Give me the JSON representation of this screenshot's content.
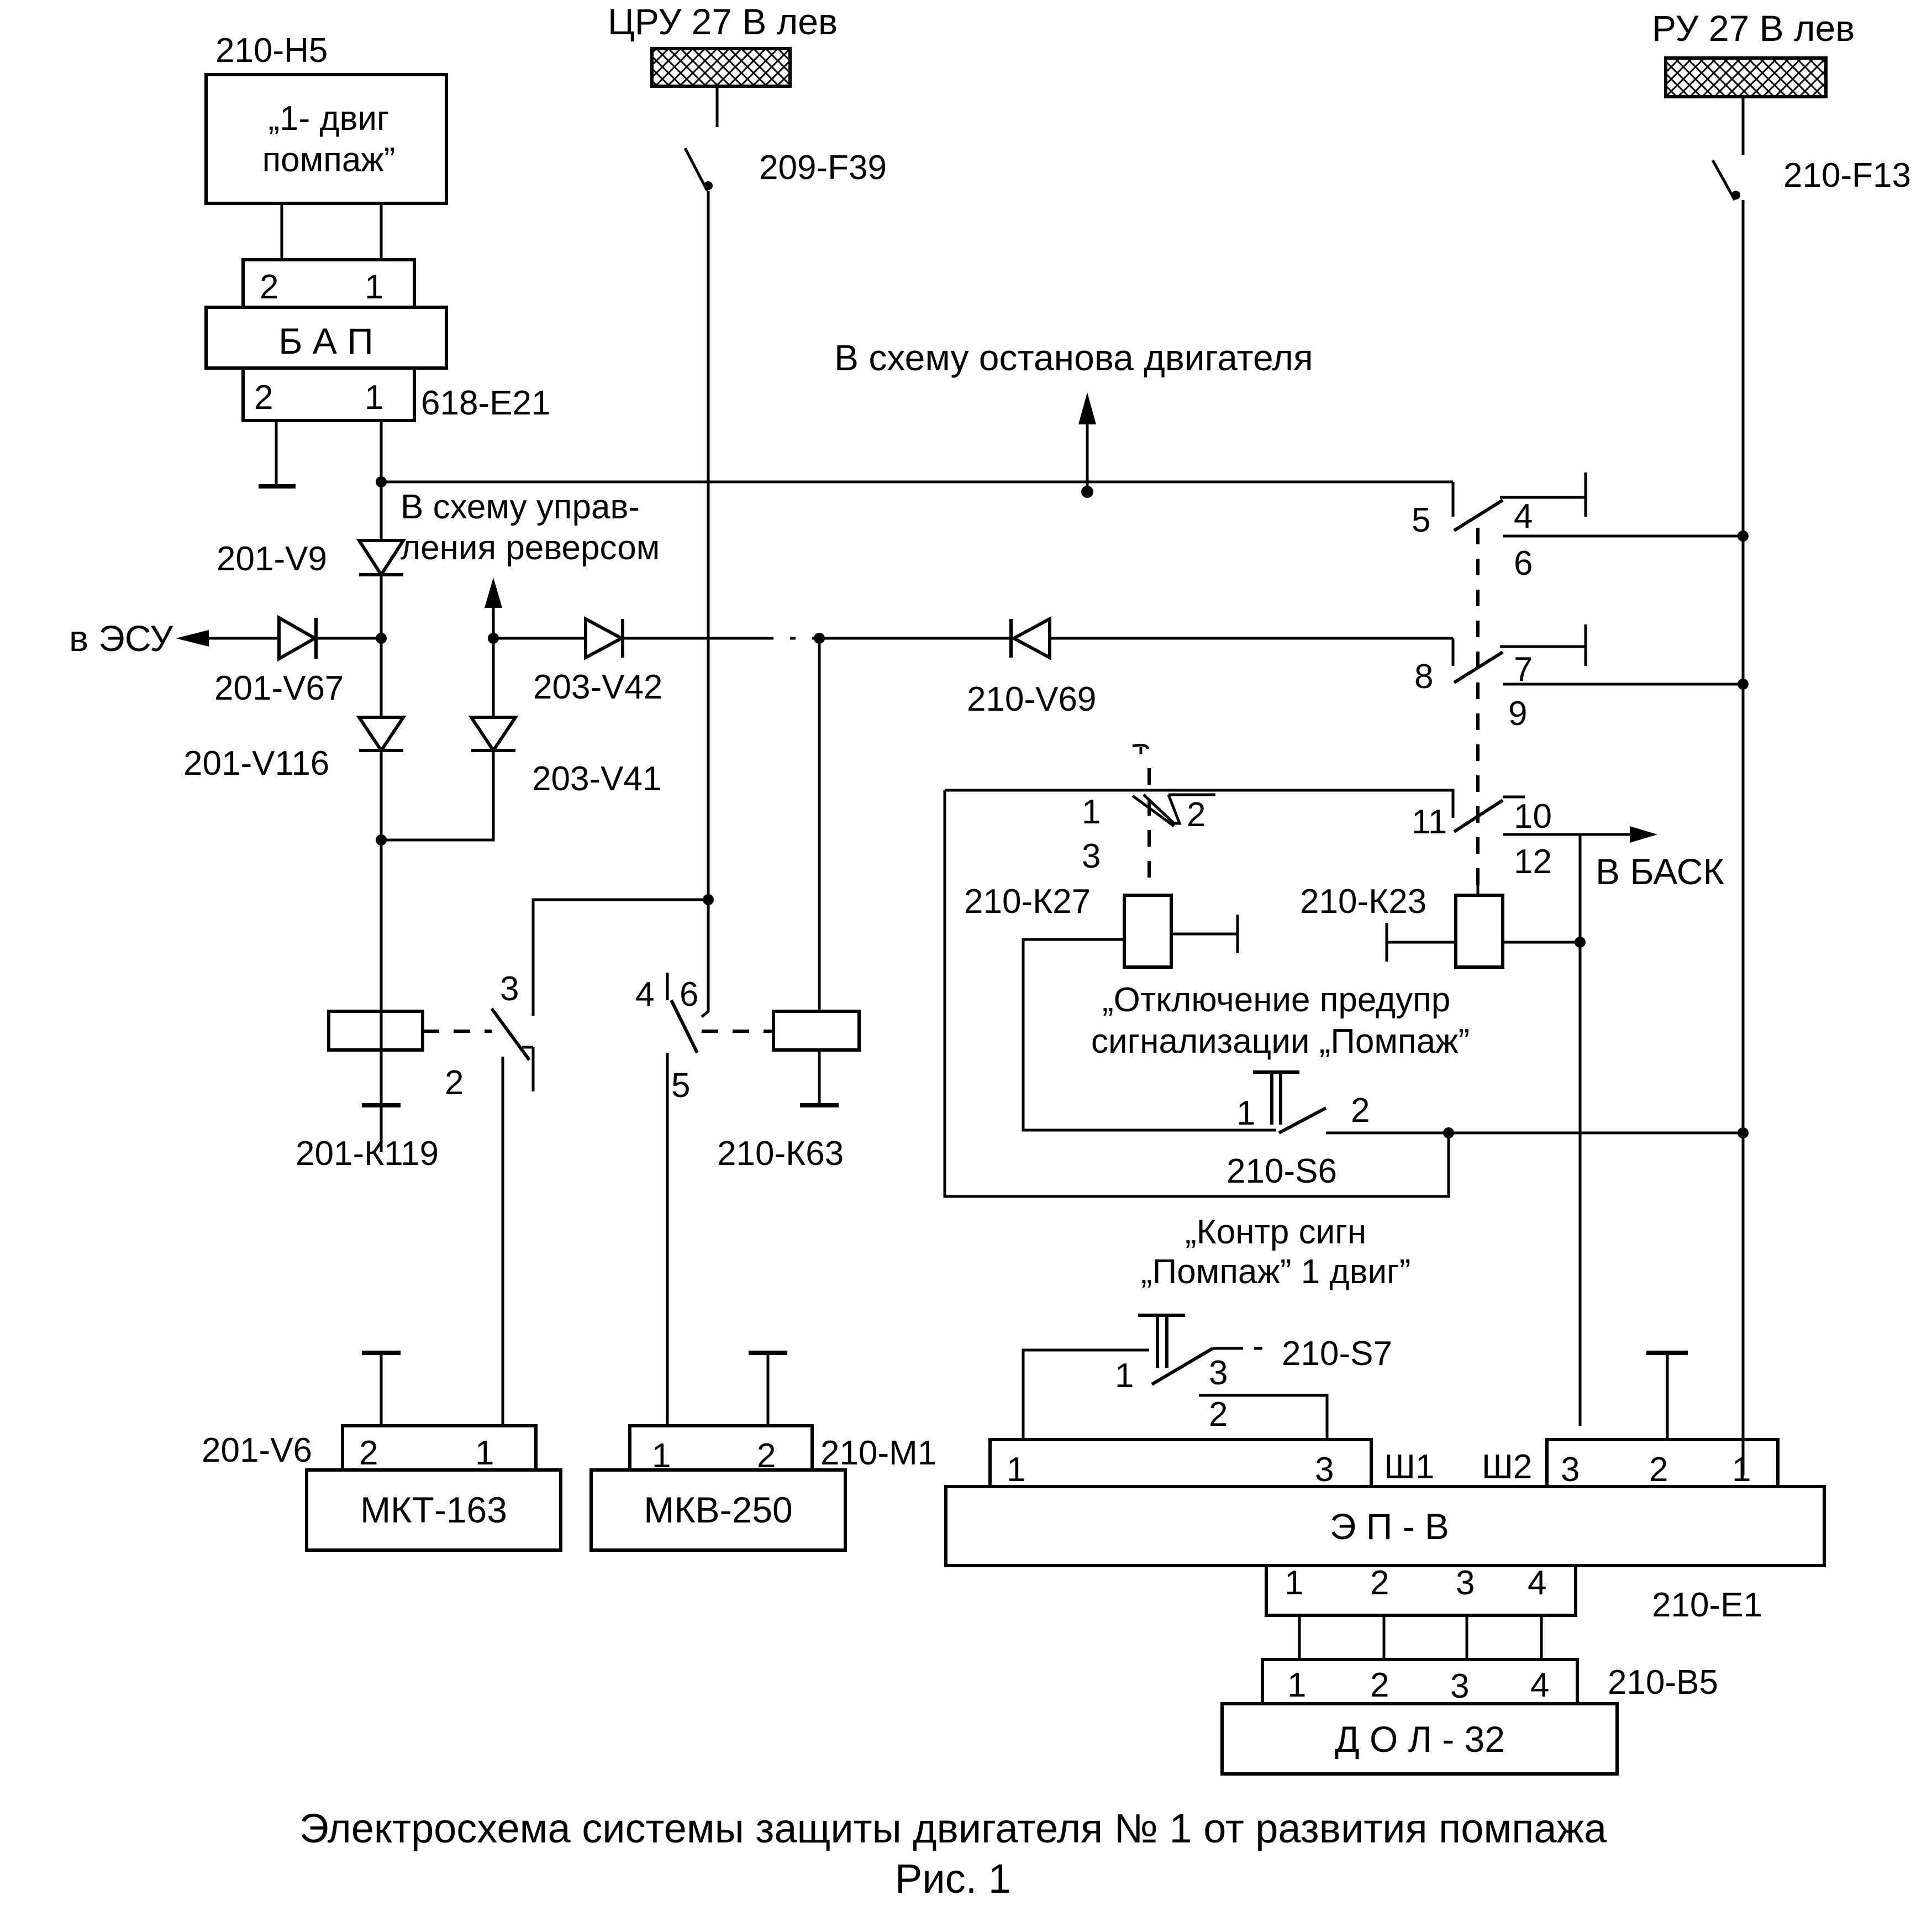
{
  "title": "Электросхема системы защиты двигателя № 1 от развития помпажа",
  "figure": "Рис. 1",
  "power": {
    "left_bus": "ЦРУ 27 В лев",
    "right_bus": "РУ  27 В лев",
    "breaker_left": "209-F39",
    "breaker_right": "210-F13"
  },
  "lamp": {
    "id": "210-H5",
    "text_line1": "„1- двиг",
    "text_line2": "помпаж”"
  },
  "bap": {
    "name": "Б А П",
    "id": "618-E21",
    "top_pins": [
      "2",
      "1"
    ],
    "bottom_pins": [
      "2",
      "1"
    ]
  },
  "arrows": {
    "engine_stop": "В схему останова двигателя",
    "reverse_line1": "В схему управ-",
    "reverse_line2": "ления реверсом",
    "esu": "в ЭСУ",
    "bask": "В БАСК"
  },
  "diodes": {
    "v9": "201-V9",
    "v67": "201-V67",
    "v116": "201-V116",
    "v41": "203-V41",
    "v42": "203-V42",
    "v69": "210-V69"
  },
  "relays": {
    "k119": "201-К119",
    "k63": "210-К63",
    "k27": "210-К27",
    "k23": "210-К23"
  },
  "contact_numbers": {
    "k119": [
      "3",
      "2"
    ],
    "k63": [
      "4",
      "6",
      "5"
    ],
    "k23": [
      "5",
      "4",
      "6",
      "8",
      "7",
      "9",
      "11",
      "10",
      "12"
    ],
    "k27": [
      "1",
      "2",
      "3"
    ]
  },
  "switches": {
    "s6": "210-S6",
    "s6_caption_line1": "„Отключение предупр",
    "s6_caption_line2": "сигнализации „Помпаж”",
    "s6_pins": [
      "1",
      "2"
    ],
    "s7": "210-S7",
    "s7_caption_line1": "„Контр  сигн",
    "s7_caption_line2": "„Помпаж”  1 двиг”",
    "s7_pins": [
      "1",
      "3",
      "2"
    ]
  },
  "sensors": {
    "mkt": {
      "name": "МКТ-163",
      "id": "201-V6",
      "pins": [
        "2",
        "1"
      ]
    },
    "mkv": {
      "name": "МКВ-250",
      "id": "210-M1",
      "pins": [
        "1",
        "2"
      ]
    }
  },
  "epv": {
    "name": "Э П - В",
    "sh1": "Ш1",
    "sh2": "Ш2",
    "sh1_pins": [
      "1",
      "3"
    ],
    "sh2_pins": [
      "3",
      "2",
      "1"
    ],
    "bottom_id": "210-E1",
    "bottom_pins": [
      "1",
      "2",
      "3",
      "4"
    ]
  },
  "dol": {
    "name": "Д О Л  -  32",
    "id": "210-B5",
    "pins": [
      "1",
      "2",
      "3",
      "4"
    ]
  },
  "colors": {
    "ink": "#000000",
    "paper": "#ffffff"
  }
}
